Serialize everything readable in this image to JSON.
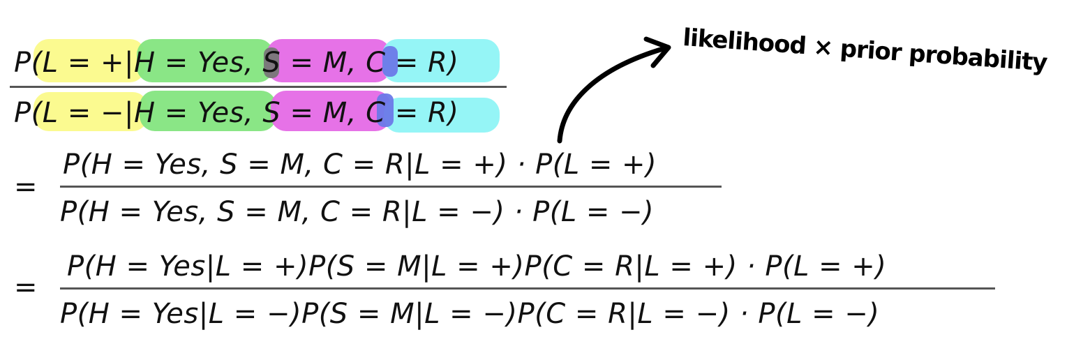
{
  "annotation": {
    "text": "likelihood × prior probability"
  },
  "fraction1": {
    "numerator": "P(L = +|H = Yes, S = M, C = R)",
    "denominator": "P(L = −|H = Yes, S = M, C = R)"
  },
  "fraction2": {
    "prefix": "=",
    "numerator": "P(H = Yes, S = M, C = R|L = +) · P(L = +)",
    "denominator": "P(H = Yes, S = M, C = R|L = −) · P(L = −)"
  },
  "fraction3": {
    "prefix": "=",
    "numerator": "P(H = Yes|L = +)P(S = M|L = +)P(C = R|L = +) · P(L = +)",
    "denominator": "P(H = Yes|L = −)P(S = M|L = −)P(C = R|L = −) · P(L = −)"
  },
  "highlight_colors": {
    "yellow": "#fbfa8a",
    "green": "#84e57f",
    "pink": "#e56ae6",
    "cyan": "#8ff4f6"
  }
}
